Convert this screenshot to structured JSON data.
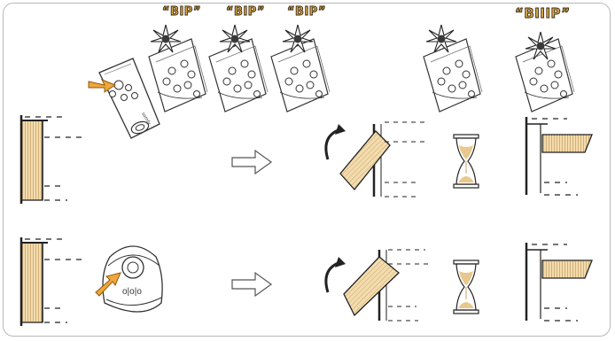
{
  "sounds": {
    "beep1": "“BIP”",
    "beep2": "“BIP”",
    "beep3": "“BIP”",
    "long_beep": "“BIIIP”"
  },
  "remote_brand": "somfy",
  "colors": {
    "panel_fill": "#f3dcae",
    "panel_stroke": "#222222",
    "accent_arrow": "#f0a63a",
    "hourglass_sand": "#e8c88c",
    "frame": "#b8b8b8"
  }
}
